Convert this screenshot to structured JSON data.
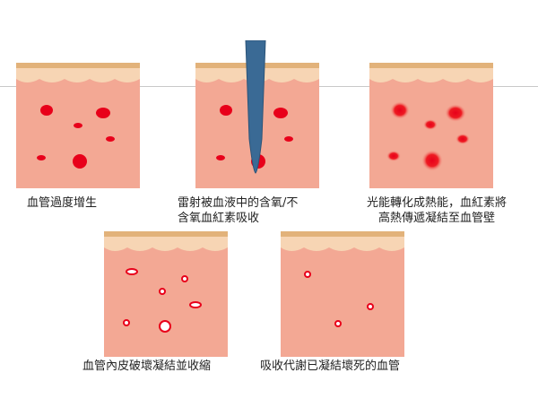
{
  "steps": [
    {
      "caption": "血管過度增生"
    },
    {
      "caption_line1": "雷射被血液中的含氧/不",
      "caption_line2": "含氧血紅素吸收"
    },
    {
      "caption_line1": "光能轉化成熱能，血紅素將",
      "caption_line2": "高熱傳遞凝結至血管壁"
    },
    {
      "caption": "血管內皮破壞凝結並收縮"
    },
    {
      "caption": "吸收代謝已凝結壞死的血管"
    }
  ],
  "colors": {
    "skin": "#f3a894",
    "epidermis_top": "#e2b27a",
    "epidermis_band": "#f7d5b4",
    "vessel": "#e8001a",
    "laser_probe": "#3a6a95"
  }
}
